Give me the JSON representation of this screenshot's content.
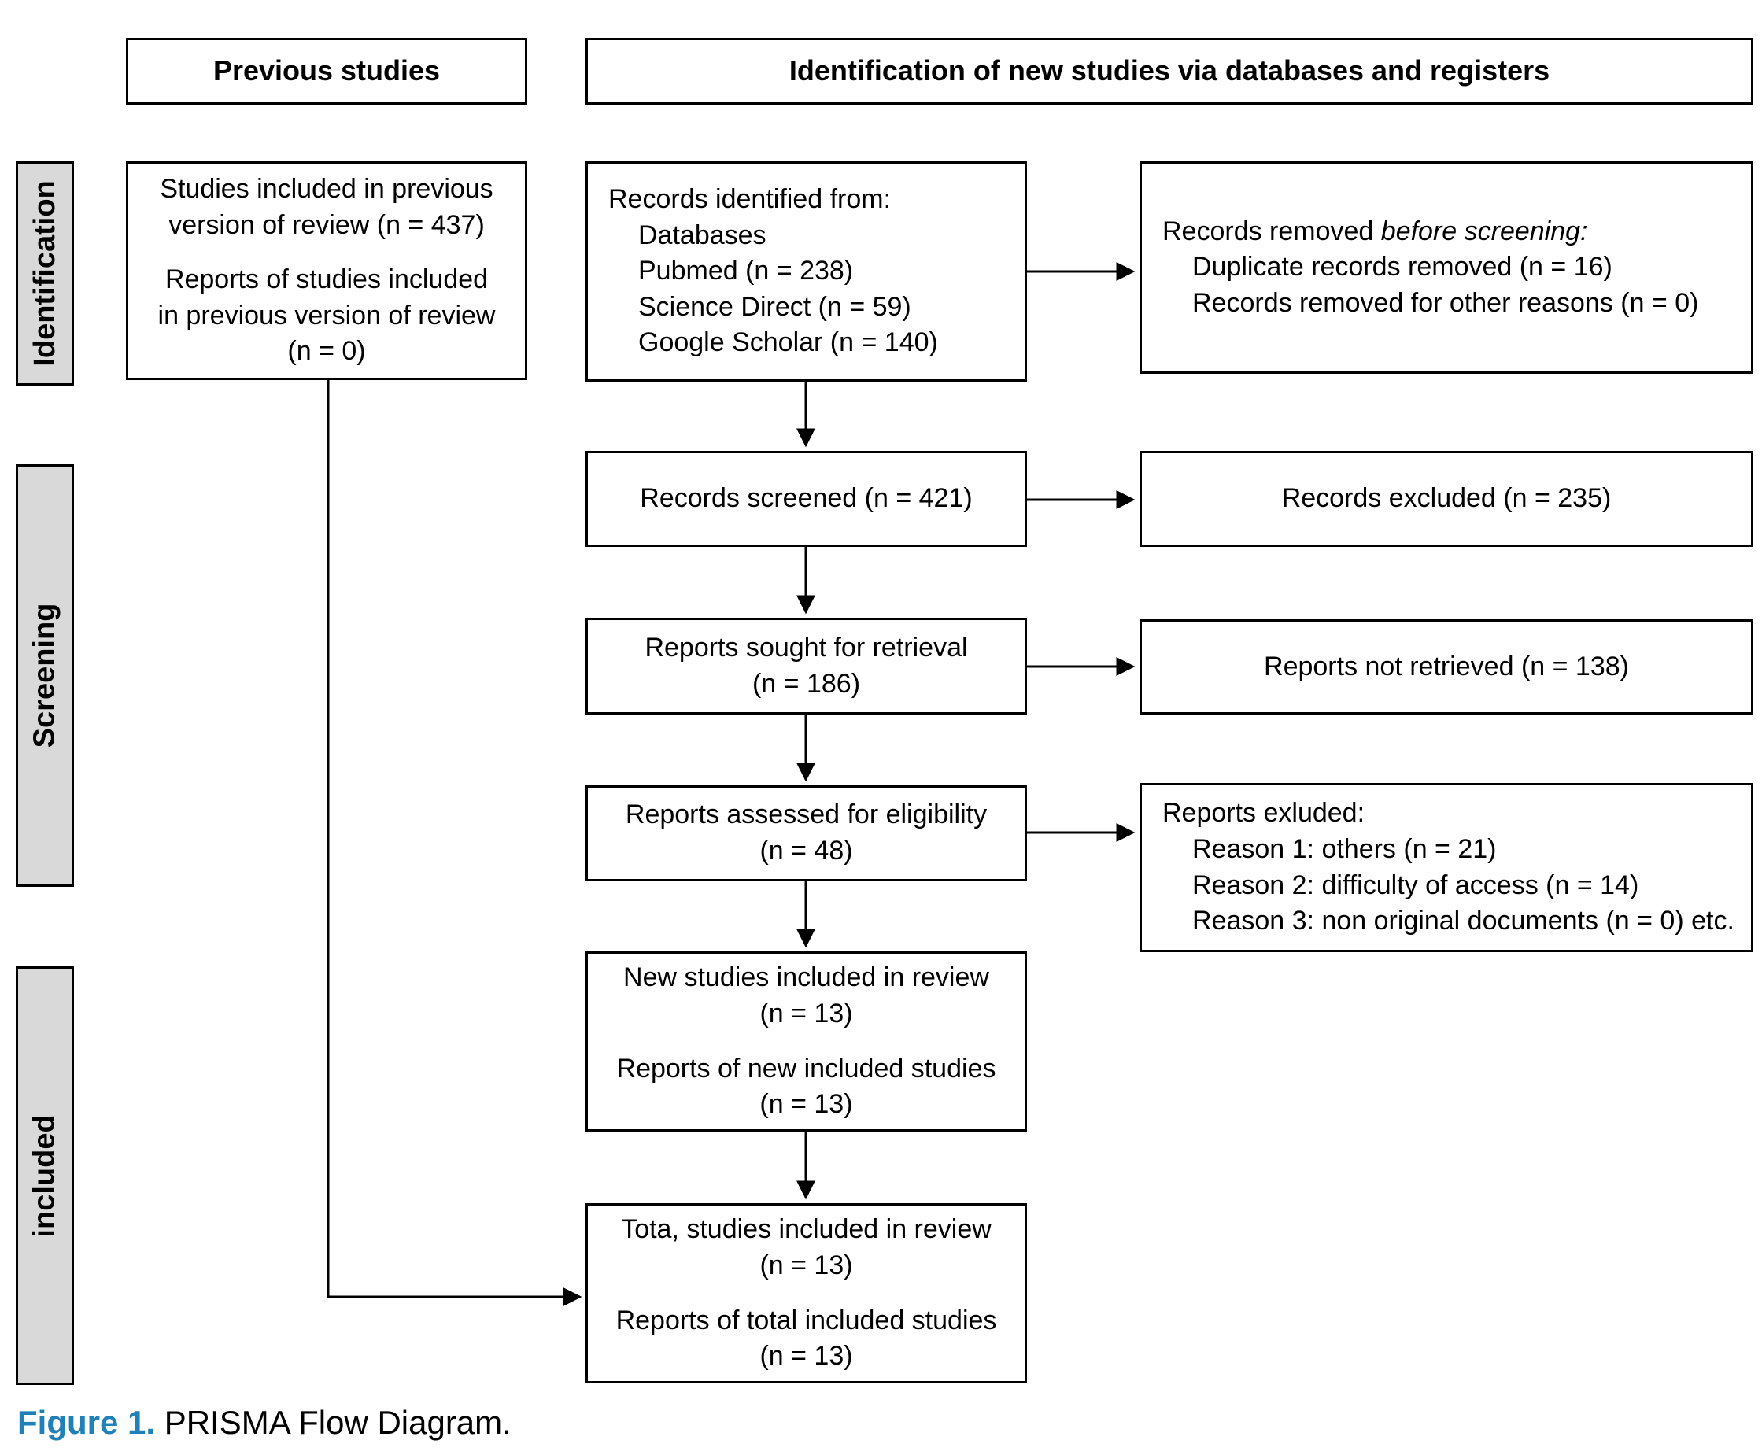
{
  "caption": {
    "label": "Figure 1.",
    "text": " PRISMA Flow Diagram."
  },
  "headers": {
    "previous": "Previous studies",
    "identification_new": "Identification of new studies via databases and registers"
  },
  "sidebar": {
    "identification": "Identification",
    "screening": "Screening",
    "included": "included"
  },
  "boxes": {
    "previous_included": {
      "para1_lines": [
        "Studies included in previous",
        "version of review (n = 437)"
      ],
      "para2_lines": [
        "Reports of studies included",
        "in previous version of review",
        "(n = 0)"
      ]
    },
    "records_identified": {
      "title": "Records identified from:",
      "items": [
        "Databases",
        "Pubmed (n = 238)",
        "Science Direct (n = 59)",
        "Google Scholar (n = 140)"
      ]
    },
    "records_removed": {
      "title_prefix": "Records removed ",
      "title_italic": "before screening:",
      "items": [
        "Duplicate records removed (n = 16)",
        "Records removed for other reasons (n = 0)"
      ]
    },
    "records_screened": {
      "label": "Records screened (n = 421)"
    },
    "records_excluded": {
      "label": "Records excluded (n = 235)"
    },
    "reports_sought": {
      "lines": [
        "Reports sought for retrieval",
        "(n = 186)"
      ]
    },
    "reports_not_retrieved": {
      "label": "Reports not retrieved (n = 138)"
    },
    "reports_assessed": {
      "lines": [
        "Reports assessed for eligibility",
        "(n = 48)"
      ]
    },
    "reports_excluded": {
      "title": "Reports exluded:",
      "items": [
        "Reason 1: others (n = 21)",
        "Reason 2: difficulty of access (n = 14)",
        "Reason 3: non original documents (n = 0) etc."
      ]
    },
    "new_studies": {
      "para1_lines": [
        "New studies included in review",
        "(n = 13)"
      ],
      "para2_lines": [
        "Reports of new included studies",
        "(n = 13)"
      ]
    },
    "total_studies": {
      "para1_lines": [
        "Tota, studies included in review",
        "(n = 13)"
      ],
      "para2_lines": [
        "Reports of total included studies",
        "(n = 13)"
      ]
    }
  },
  "colors": {
    "caption_accent": "#2080b8",
    "sidebar_fill": "#d9d9d9",
    "line_and_border": "#000000"
  }
}
